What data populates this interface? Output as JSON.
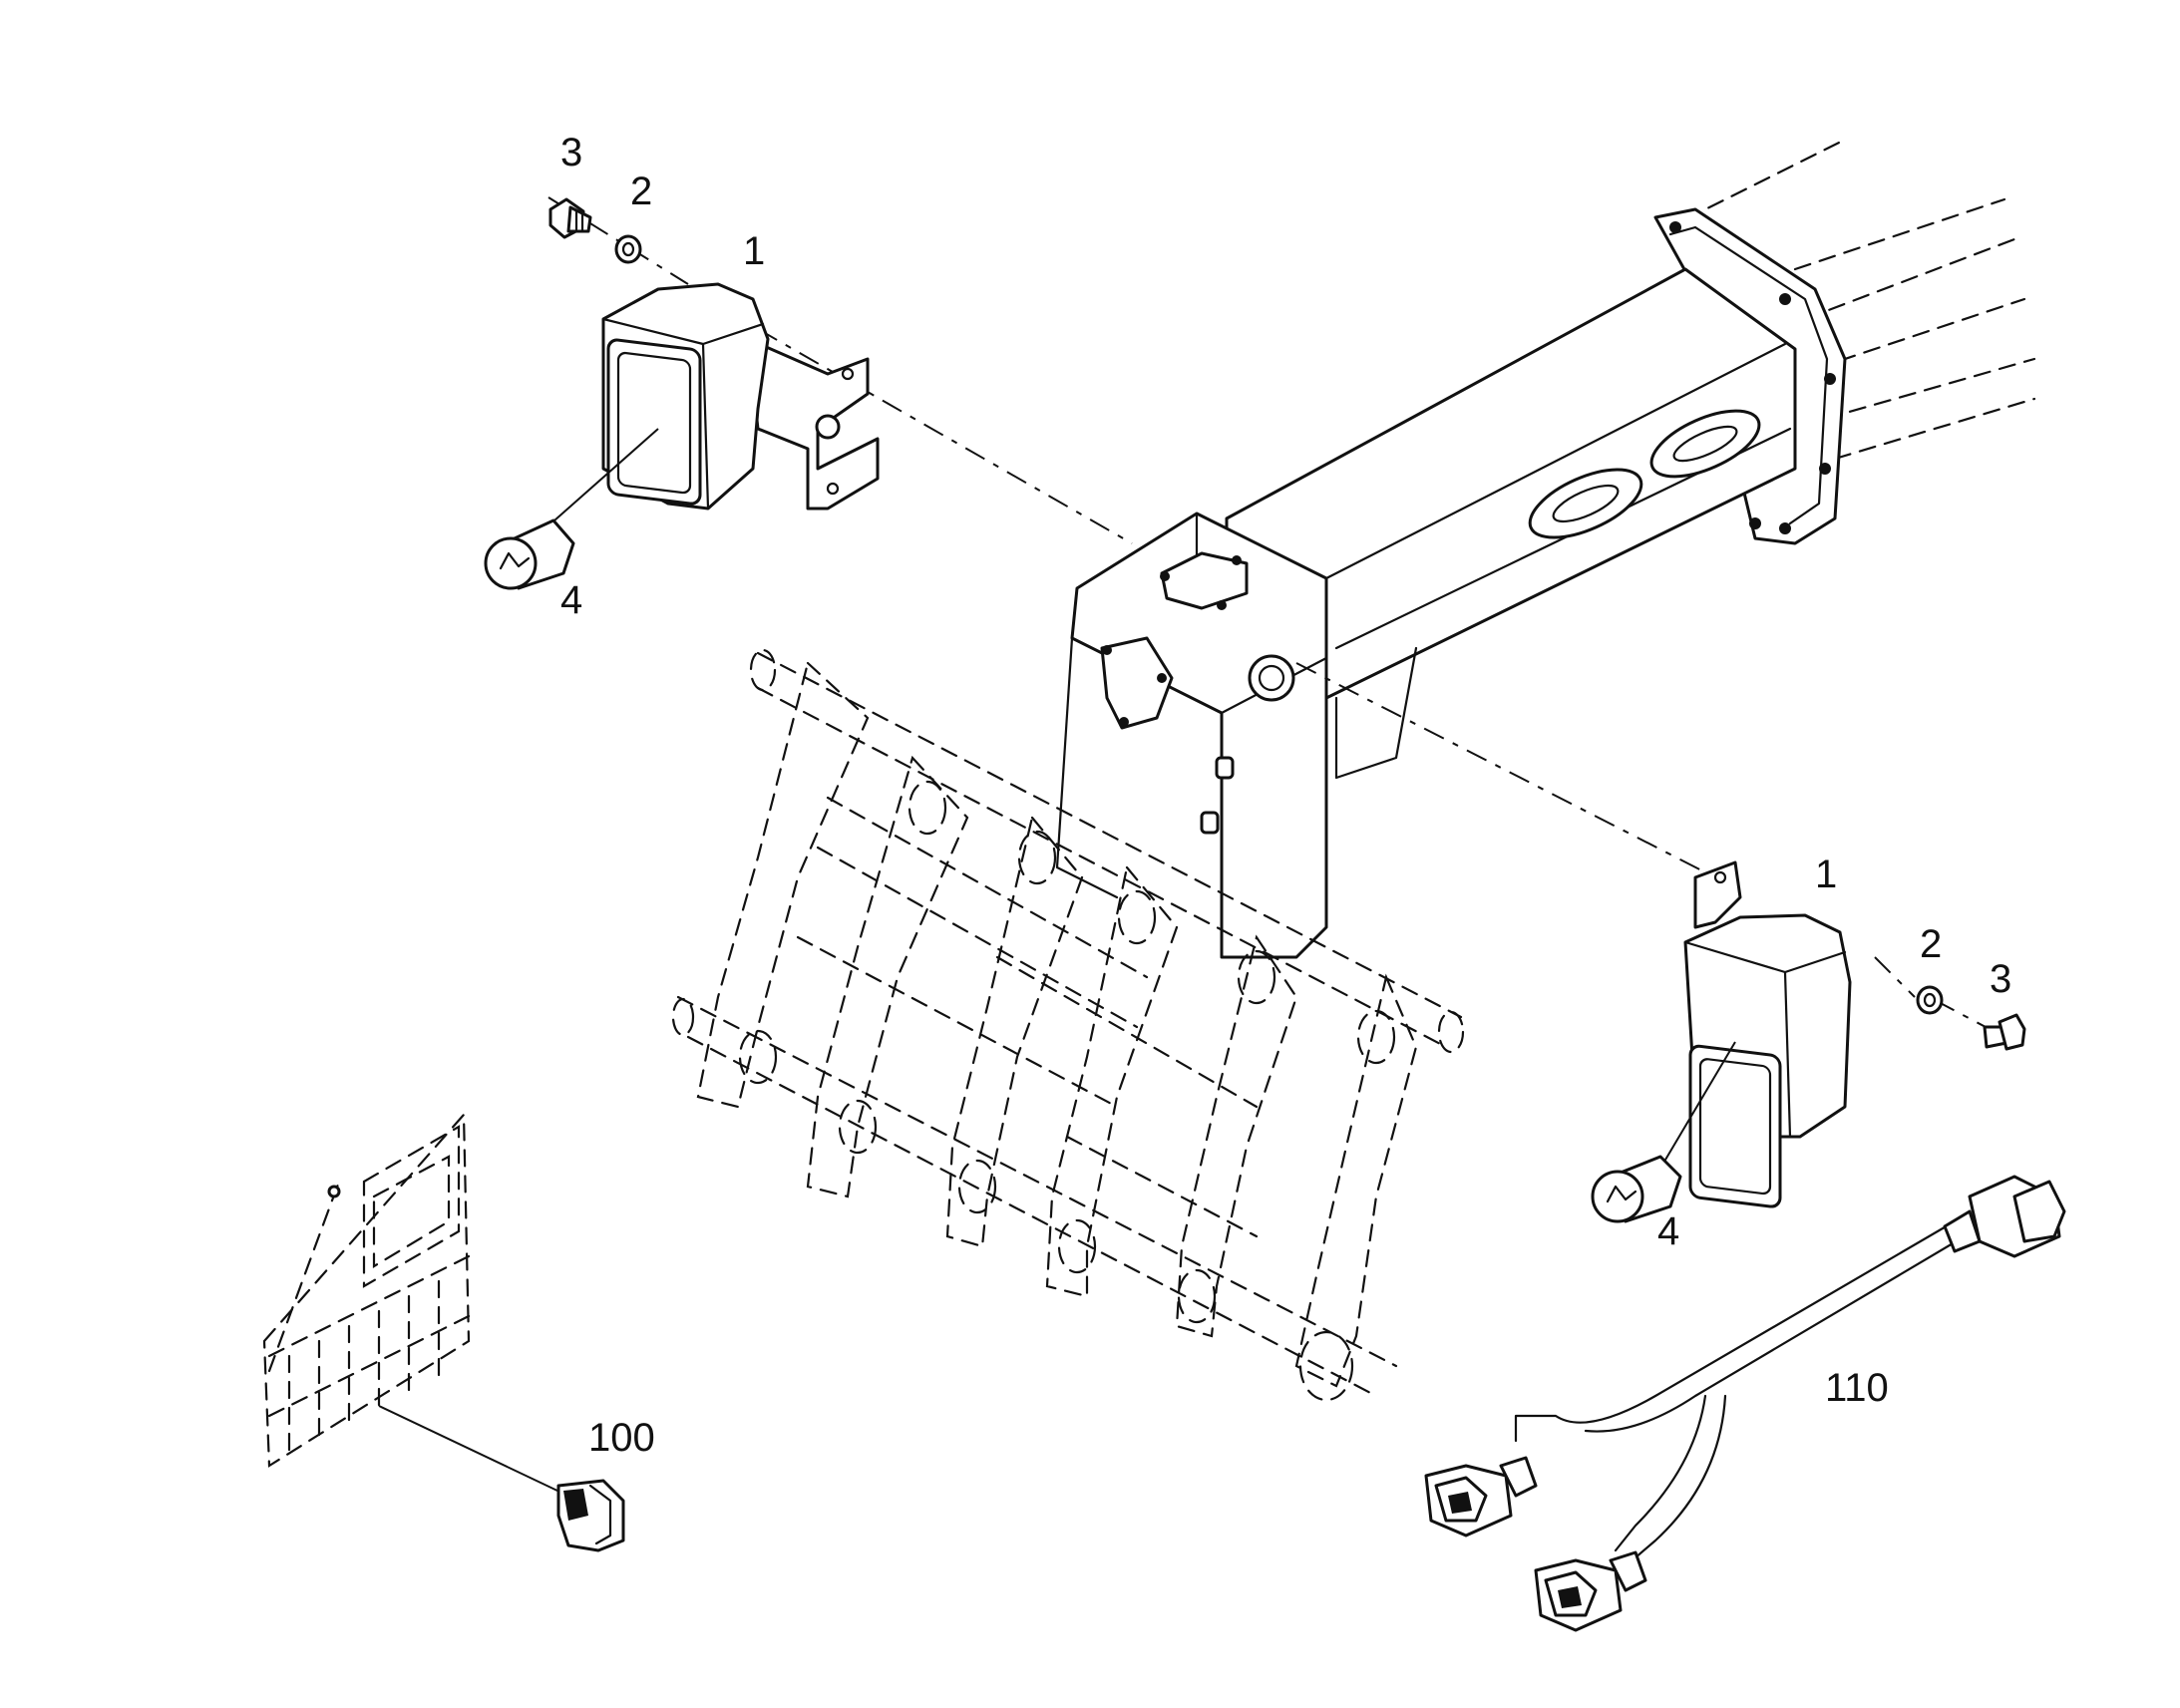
{
  "callouts": {
    "lamp_left_item": "1",
    "washer_left_item": "2",
    "screw_left_item": "3",
    "bulb_left_item": "4",
    "lamp_right_item": "1",
    "washer_right_item": "2",
    "screw_right_item": "3",
    "bulb_right_item": "4",
    "switch_item": "100",
    "harness_item": "110"
  }
}
